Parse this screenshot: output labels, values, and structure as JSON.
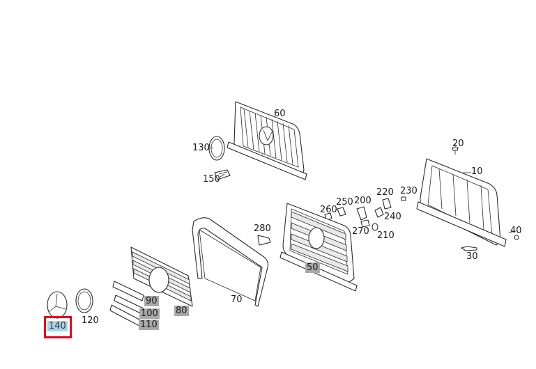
{
  "colors": {
    "highlight": "#a9a9a9",
    "selected_fill": "#a7d4ea",
    "selected_border": "#e3001b",
    "line": "#2a2a2a"
  },
  "callouts": [
    {
      "id": "l60",
      "text": "60",
      "state": "normal"
    },
    {
      "id": "l130",
      "text": "130",
      "state": "normal"
    },
    {
      "id": "l150",
      "text": "150",
      "state": "normal"
    },
    {
      "id": "l20",
      "text": "20",
      "state": "normal"
    },
    {
      "id": "l10",
      "text": "10",
      "state": "normal"
    },
    {
      "id": "l220",
      "text": "220",
      "state": "normal"
    },
    {
      "id": "l230",
      "text": "230",
      "state": "normal"
    },
    {
      "id": "l250",
      "text": "250",
      "state": "normal"
    },
    {
      "id": "l200",
      "text": "200",
      "state": "normal"
    },
    {
      "id": "l260",
      "text": "260",
      "state": "normal"
    },
    {
      "id": "l240",
      "text": "240",
      "state": "normal"
    },
    {
      "id": "l270",
      "text": "270",
      "state": "normal"
    },
    {
      "id": "l210",
      "text": "210",
      "state": "normal"
    },
    {
      "id": "l280",
      "text": "280",
      "state": "normal"
    },
    {
      "id": "l40",
      "text": "40",
      "state": "normal"
    },
    {
      "id": "l30",
      "text": "30",
      "state": "normal"
    },
    {
      "id": "l50",
      "text": "50",
      "state": "highlighted"
    },
    {
      "id": "l70",
      "text": "70",
      "state": "normal"
    },
    {
      "id": "l80",
      "text": "80",
      "state": "highlighted"
    },
    {
      "id": "l90",
      "text": "90",
      "state": "highlighted"
    },
    {
      "id": "l100",
      "text": "100",
      "state": "highlighted"
    },
    {
      "id": "l110",
      "text": "110",
      "state": "highlighted"
    },
    {
      "id": "l120",
      "text": "120",
      "state": "normal"
    },
    {
      "id": "l140",
      "text": "140",
      "state": "selected"
    }
  ]
}
